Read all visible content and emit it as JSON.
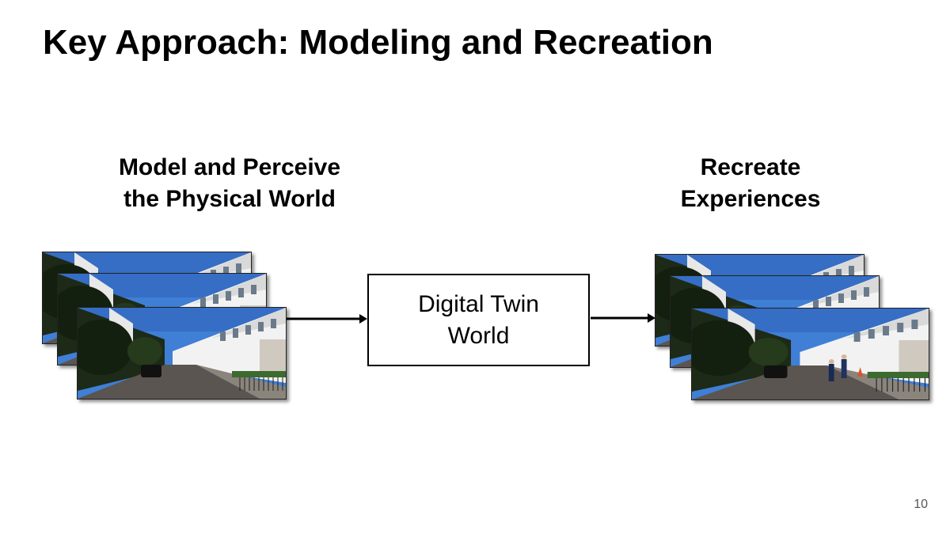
{
  "slide": {
    "title": "Key Approach: Modeling and Recreation",
    "page_number": "10"
  },
  "left_heading": {
    "line1": "Model and Perceive",
    "line2": "the Physical World"
  },
  "right_heading": {
    "line1": "Recreate",
    "line2": "Experiences"
  },
  "center_box": {
    "line1": "Digital Twin",
    "line2": "World"
  },
  "colors": {
    "text": "#000000",
    "sky": "#3f7fd6",
    "building": "#f2f2f2",
    "foliage": "#1d2a17",
    "road": "#5a5550"
  },
  "icons": {
    "left_stack": "street-photo-stack",
    "right_stack": "street-photo-stack-with-pedestrians"
  }
}
